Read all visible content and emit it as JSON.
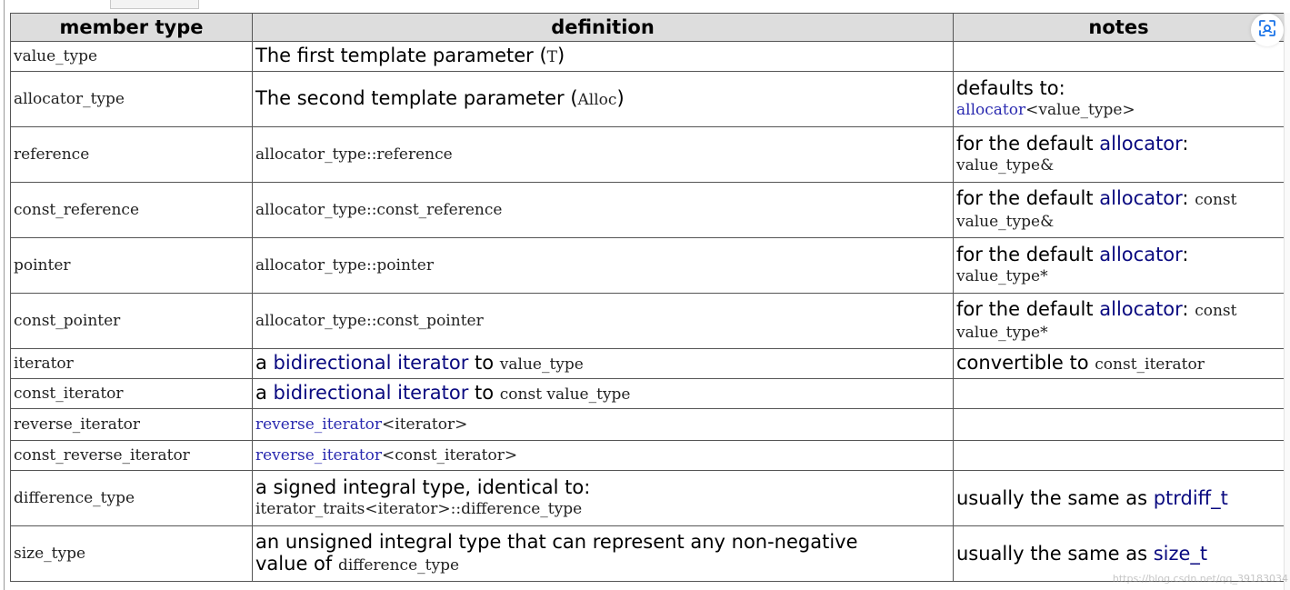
{
  "table": {
    "headers": {
      "member_type": "member type",
      "definition": "definition",
      "notes": "notes"
    },
    "rows": [
      {
        "member": "value_type",
        "def_prefix": "The first template parameter (",
        "def_code": "T",
        "def_suffix": ")",
        "notes_text": ""
      },
      {
        "member": "allocator_type",
        "def_prefix": "The second template parameter (",
        "def_code": "Alloc",
        "def_suffix": ")",
        "notes_line1": "defaults to:",
        "notes_link": "allocator",
        "notes_code": "<value_type>"
      },
      {
        "member": "reference",
        "def_code": "allocator_type::reference",
        "notes_prefix": "for the default ",
        "notes_link": "allocator",
        "notes_colon": ":",
        "notes_code": "value_type&"
      },
      {
        "member": "const_reference",
        "def_code": "allocator_type::const_reference",
        "notes_prefix": "for the default ",
        "notes_link": "allocator",
        "notes_colon": ":",
        "notes_code_inline": "const",
        "notes_code": "value_type&"
      },
      {
        "member": "pointer",
        "def_code": "allocator_type::pointer",
        "notes_prefix": "for the default ",
        "notes_link": "allocator",
        "notes_colon": ":",
        "notes_code": "value_type*"
      },
      {
        "member": "const_pointer",
        "def_code": "allocator_type::const_pointer",
        "notes_prefix": "for the default ",
        "notes_link": "allocator",
        "notes_colon": ":",
        "notes_code_inline": "const",
        "notes_code": "value_type*"
      },
      {
        "member": "iterator",
        "def_prefix": "a ",
        "def_link": "bidirectional iterator",
        "def_mid": " to ",
        "def_code": "value_type",
        "notes_prefix": "convertible to ",
        "notes_code": "const_iterator"
      },
      {
        "member": "const_iterator",
        "def_prefix": "a ",
        "def_link": "bidirectional iterator",
        "def_mid": " to ",
        "def_code": "const value_type",
        "notes_text": ""
      },
      {
        "member": "reverse_iterator",
        "def_link": "reverse_iterator",
        "def_code": "<iterator>",
        "notes_text": ""
      },
      {
        "member": "const_reverse_iterator",
        "def_link": "reverse_iterator",
        "def_code": "<const_iterator>",
        "notes_text": ""
      },
      {
        "member": "difference_type",
        "def_line1": "a signed integral type, identical to:",
        "def_code": "iterator_traits<iterator>::difference_type",
        "notes_prefix": "usually the same as ",
        "notes_link": "ptrdiff_t"
      },
      {
        "member": "size_type",
        "def_line1": "an unsigned integral type that can represent any non-negative",
        "def_prefix": "value of ",
        "def_code": "difference_type",
        "notes_prefix": "usually the same as ",
        "notes_link": "size_t"
      }
    ]
  },
  "overlay": {
    "lens_icon": "lens-scan-icon",
    "watermark": "https://blog.csdn.net/qq_39183034"
  },
  "colors": {
    "header_bg": "#dddddd",
    "border": "#555555",
    "link": "#0a0a80",
    "code_link": "#2a2ab0"
  }
}
